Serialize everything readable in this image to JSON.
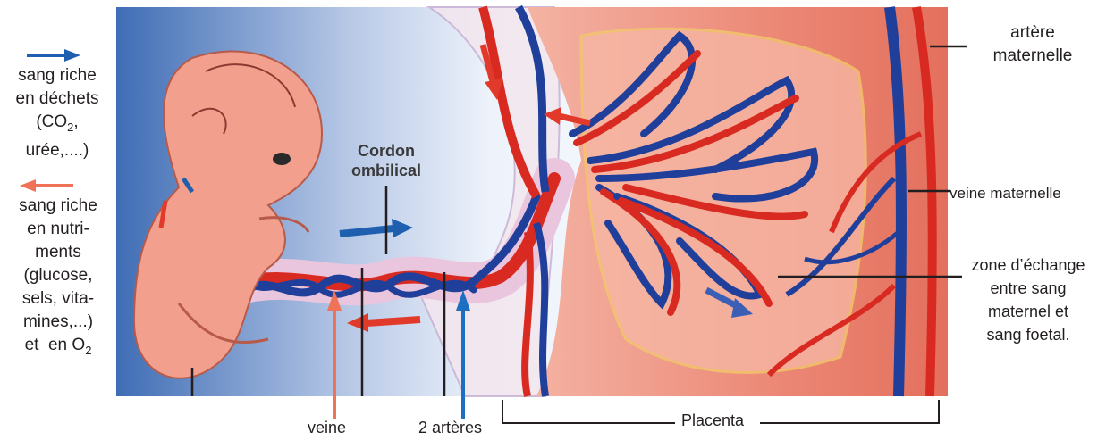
{
  "legend": {
    "blue_arrow_color": "#1f5fb0",
    "red_arrow_color": "#f07258",
    "blue_lines": [
      "sang riche",
      "en déchets",
      "(CO",
      "2",
      ",",
      "urée,....)"
    ],
    "red_lines": [
      "sang riche",
      "en nutri-",
      "ments",
      "(glucose,",
      "sels, vita-",
      "mines,...)",
      "et  en O",
      "2"
    ]
  },
  "illustration": {
    "cord_label_line1": "Cordon",
    "cord_label_line2": "ombilical"
  },
  "labels": {
    "maternal_artery_line1": "artère",
    "maternal_artery_line2": "maternelle",
    "maternal_vein": "veine maternelle",
    "exchange_line1": "zone d’échange",
    "exchange_line2": "entre sang",
    "exchange_line3": "maternel et",
    "exchange_line4": "sang foetal.",
    "vein": "veine",
    "arteries": "2 artères",
    "placenta": "Placenta"
  },
  "colors": {
    "fetal_blood_blue": "#1f3f9a",
    "fetal_blood_red": "#d92a22",
    "placenta_tissue": "#ec8a78",
    "skin": "#f2a08d",
    "background_blue": "#6d8fc7"
  }
}
